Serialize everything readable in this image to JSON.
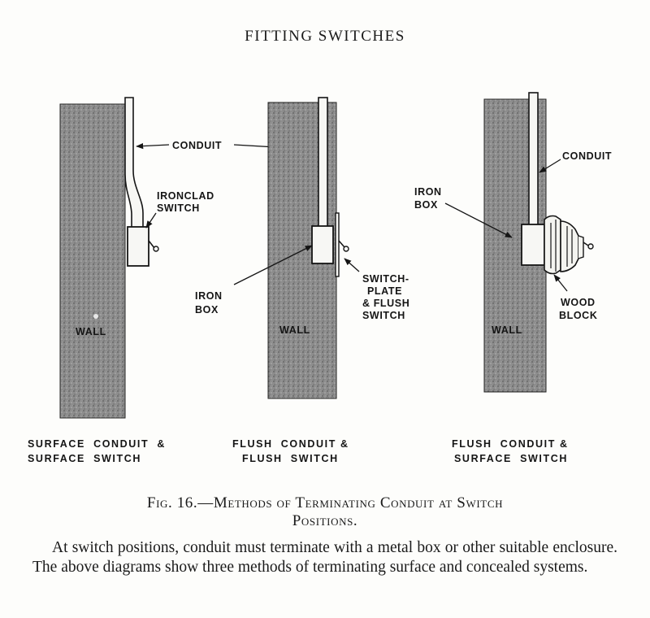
{
  "header": {
    "title": "FITTING SWITCHES"
  },
  "figure": {
    "panel_left": {
      "labels": {
        "conduit": "CONDUIT",
        "ironclad_line1": "IRONCLAD",
        "ironclad_line2": "SWITCH",
        "wall": "WALL"
      },
      "subcaption": {
        "line1": "SURFACE  CONDUIT  &",
        "line2": "SURFACE  SWITCH"
      }
    },
    "panel_middle": {
      "labels": {
        "iron_box_line1": "IRON",
        "iron_box_line2": "BOX",
        "switchplate_line1": "SWITCH-",
        "switchplate_line2": "PLATE",
        "switchplate_line3": "& FLUSH",
        "switchplate_line4": "SWITCH",
        "wall": "WALL"
      },
      "subcaption": {
        "line1": "FLUSH  CONDUIT &",
        "line2": "FLUSH  SWITCH"
      }
    },
    "panel_right": {
      "labels": {
        "conduit": "CONDUIT",
        "iron_box_line1": "IRON",
        "iron_box_line2": "BOX",
        "wood_block_line1": "WOOD",
        "wood_block_line2": "BLOCK",
        "wall": "WALL"
      },
      "subcaption": {
        "line1": "FLUSH  CONDUIT &",
        "line2": "SURFACE  SWITCH"
      }
    },
    "caption_line1": "Fig. 16.—Methods of Terminating Conduit at Switch",
    "caption_line2": "Positions."
  },
  "body_text": "At switch positions, conduit must terminate with a metal box or other suitable enclosure. The above diagrams show three methods of terminating surface and concealed systems.",
  "colors": {
    "wall_fill": "#8a8a8a",
    "ink": "#151515",
    "paper": "#fdfdfb"
  }
}
